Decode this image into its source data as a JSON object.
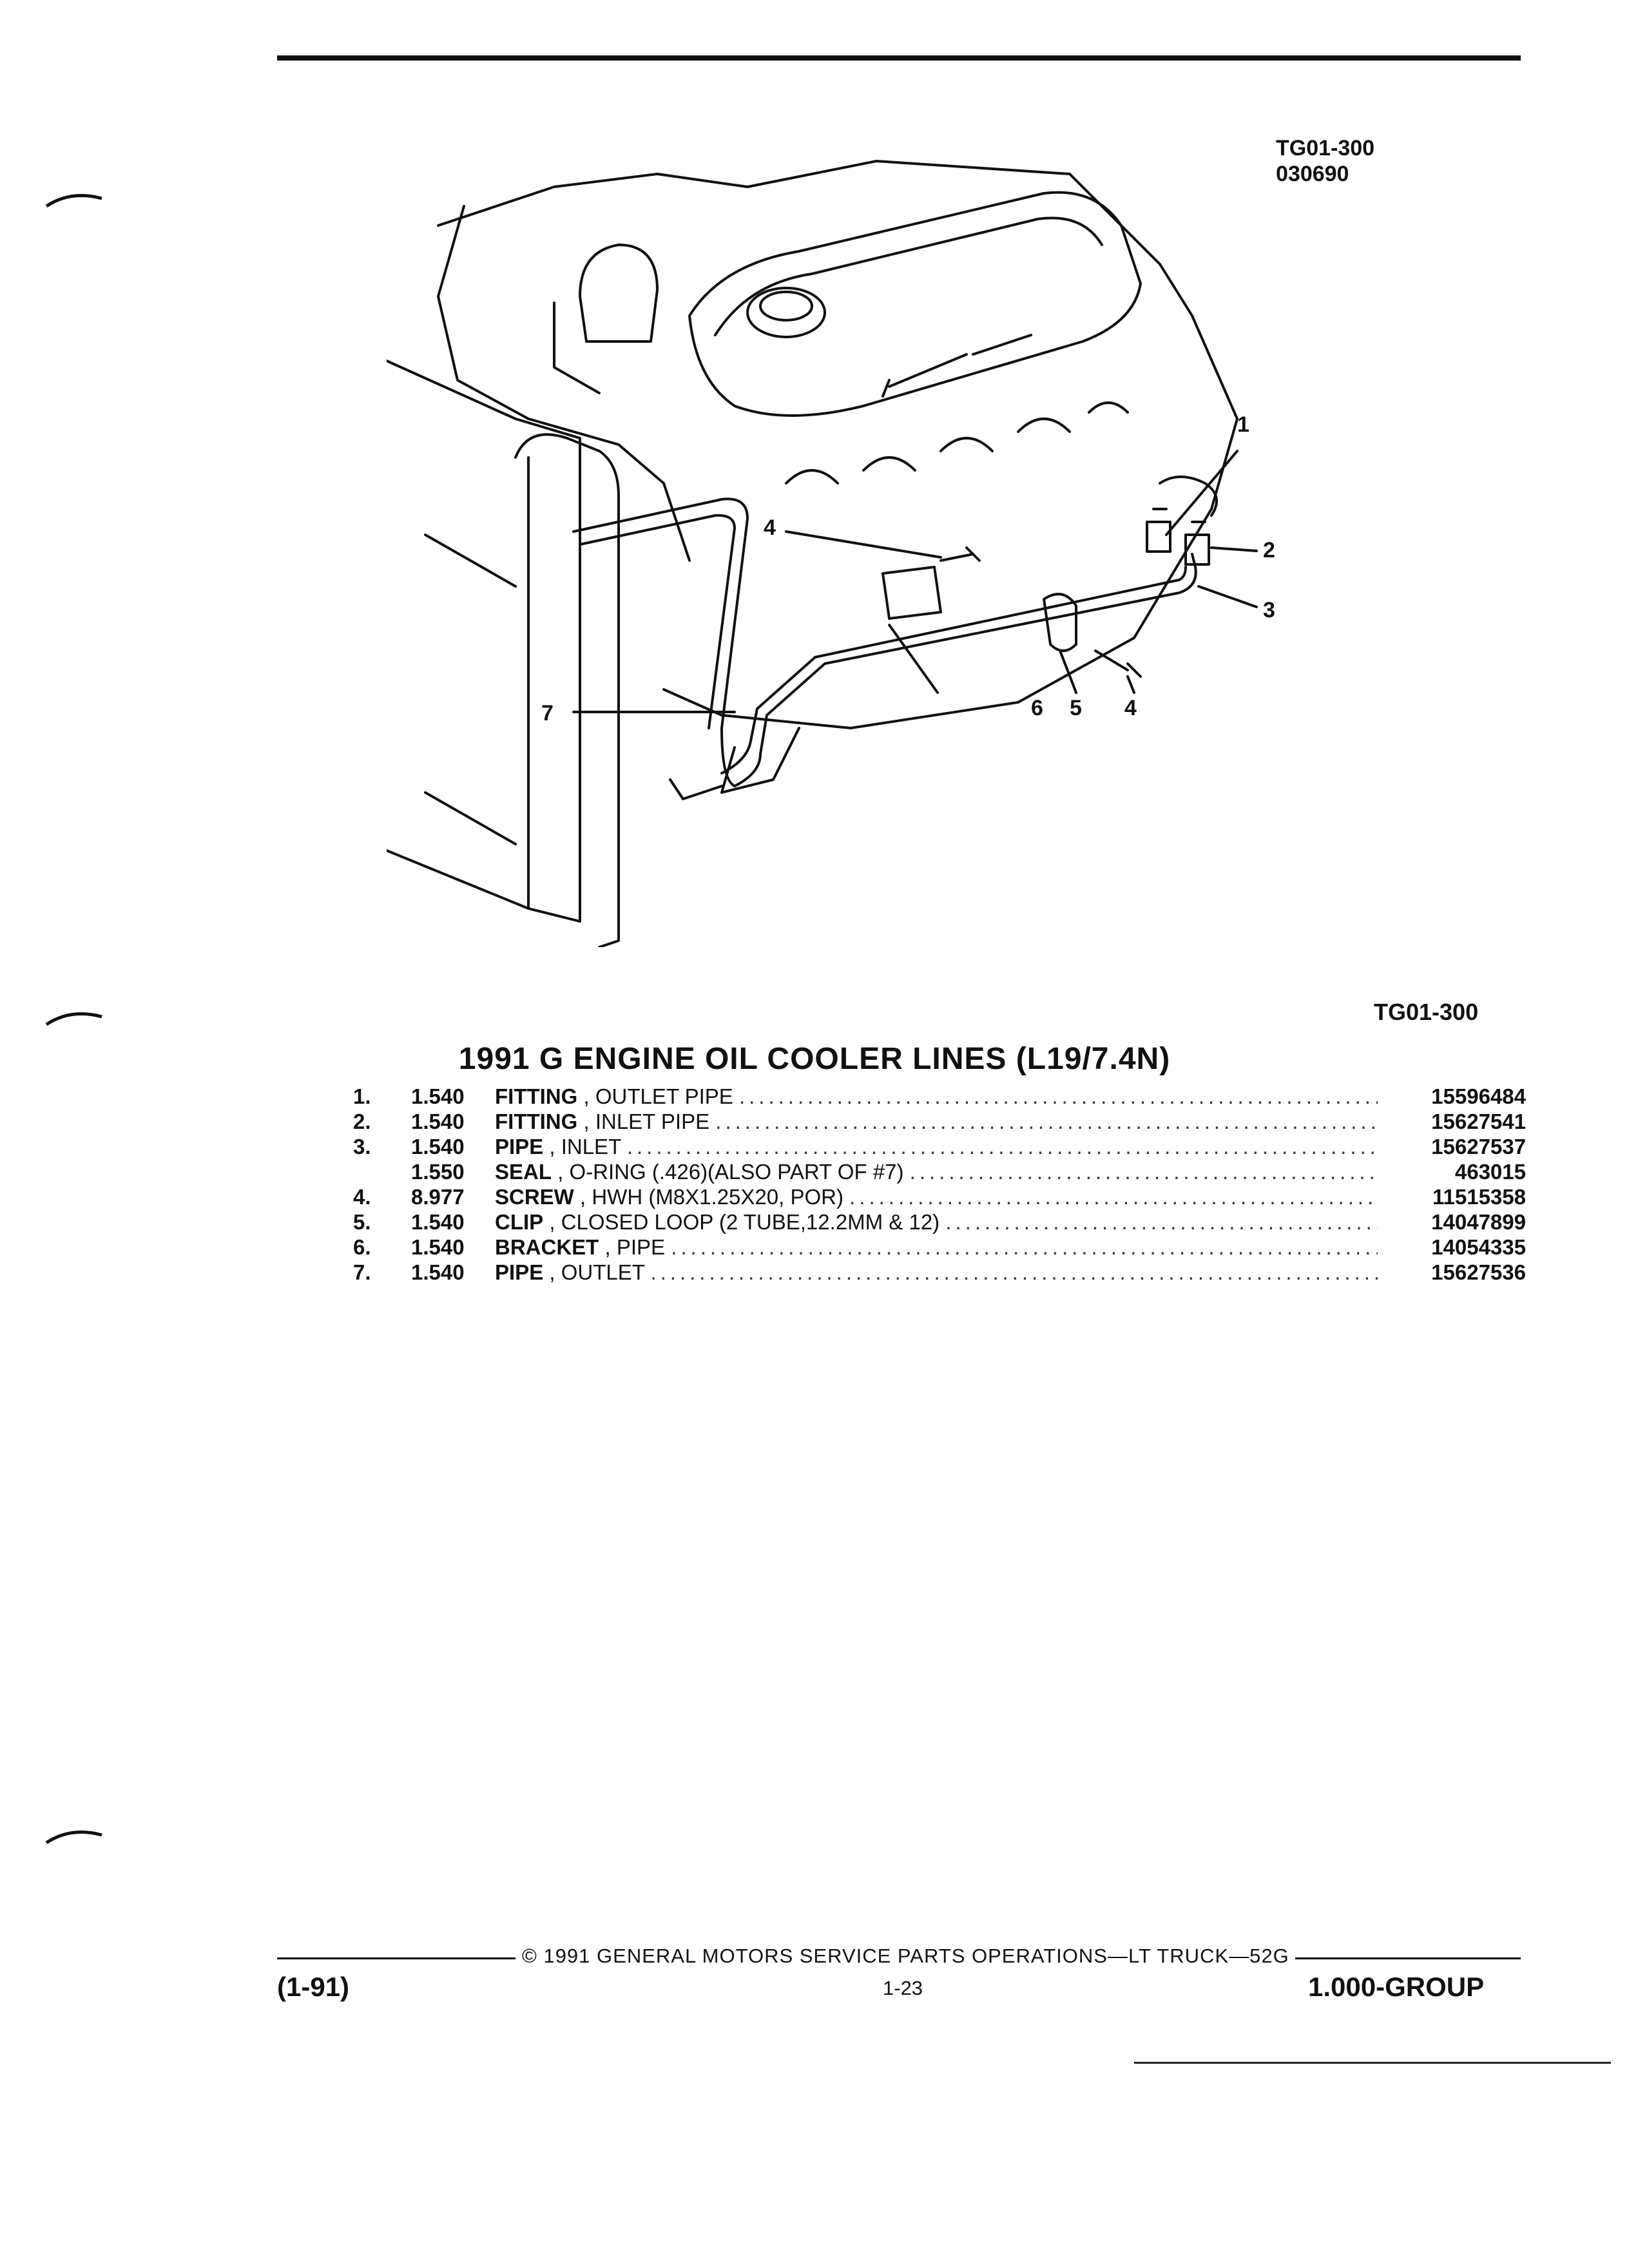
{
  "drawing_ref": {
    "line1": "TG01-300",
    "line2": "030690"
  },
  "figure_id": "TG01-300",
  "title": "1991 G ENGINE OIL COOLER LINES (L19/7.4N)",
  "callouts": [
    "1",
    "2",
    "3",
    "4",
    "4",
    "5",
    "6",
    "7"
  ],
  "parts": [
    {
      "num": "1.",
      "group": "1.540",
      "name": "FITTING",
      "desc": " , OUTLET PIPE",
      "part_no": "15596484"
    },
    {
      "num": "2.",
      "group": "1.540",
      "name": "FITTING",
      "desc": " , INLET PIPE",
      "part_no": "15627541"
    },
    {
      "num": "3.",
      "group": "1.540",
      "name": "PIPE",
      "desc": " , INLET",
      "part_no": "15627537"
    },
    {
      "num": "",
      "group": "1.550",
      "name": "SEAL",
      "desc": " , O-RING (.426)(ALSO PART OF #7)",
      "part_no": "463015"
    },
    {
      "num": "4.",
      "group": "8.977",
      "name": "SCREW",
      "desc": " , HWH (M8X1.25X20, POR)",
      "part_no": "11515358"
    },
    {
      "num": "5.",
      "group": "1.540",
      "name": "CLIP",
      "desc": " , CLOSED LOOP (2 TUBE,12.2MM & 12)",
      "part_no": "14047899"
    },
    {
      "num": "6.",
      "group": "1.540",
      "name": "BRACKET",
      "desc": " , PIPE",
      "part_no": "14054335"
    },
    {
      "num": "7.",
      "group": "1.540",
      "name": "PIPE",
      "desc": " , OUTLET",
      "part_no": "15627536"
    }
  ],
  "footer": {
    "copyright": "© 1991 GENERAL MOTORS SERVICE PARTS OPERATIONS—LT TRUCK—52G",
    "date": "(1-91)",
    "page": "1-23",
    "group": "1.000-GROUP"
  }
}
